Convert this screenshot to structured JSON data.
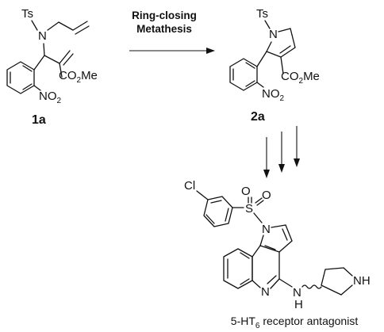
{
  "reaction": {
    "condition_line1": "Ring-closing",
    "condition_line2": "Metathesis"
  },
  "compounds": {
    "start_label": "1a",
    "product_label": "2a"
  },
  "caption": {
    "prefix": "5-HT",
    "subscript": "6",
    "suffix": " receptor antagonist"
  },
  "atoms": {
    "tosyl": "Ts",
    "nitrogen": "N",
    "oxygen": "O",
    "sulfur": "S",
    "chlorine": "Cl",
    "nitro_prefix": "NO",
    "nitro_sub": "2",
    "ester_prefix": "CO",
    "ester_sub": "2",
    "ester_suffix": "Me",
    "amine_n": "N",
    "amine_h": "H",
    "pyrrolidine_nh": "NH"
  }
}
